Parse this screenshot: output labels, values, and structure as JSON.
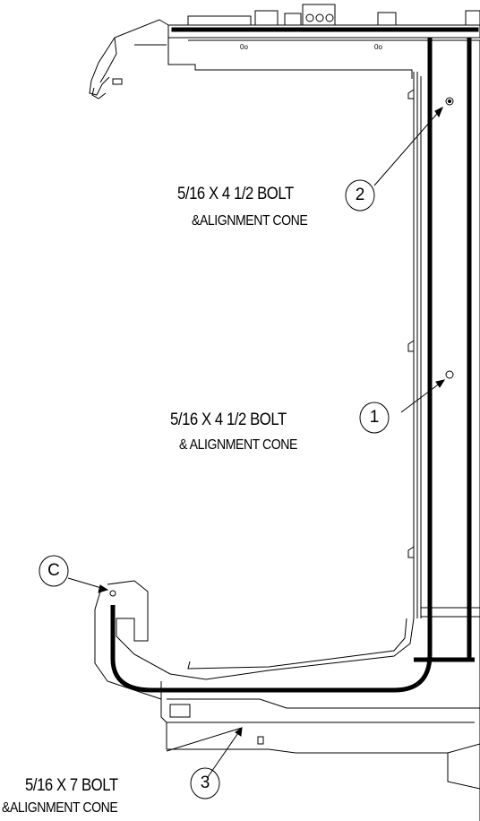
{
  "callouts": {
    "c2": {
      "number": "2",
      "bolt": "5/16 X 4 1/2 BOLT",
      "cone": "&ALIGNMENT CONE"
    },
    "c1": {
      "number": "1",
      "bolt": "5/16 X 4 1/2 BOLT",
      "cone": "& ALIGNMENT CONE"
    },
    "c3": {
      "number": "3",
      "bolt": "5/16 X 7 BOLT",
      "cone": "&ALIGNMENT CONE"
    },
    "cc": {
      "letter": "C"
    }
  },
  "colors": {
    "line": "#000000",
    "background": "#ffffff"
  }
}
